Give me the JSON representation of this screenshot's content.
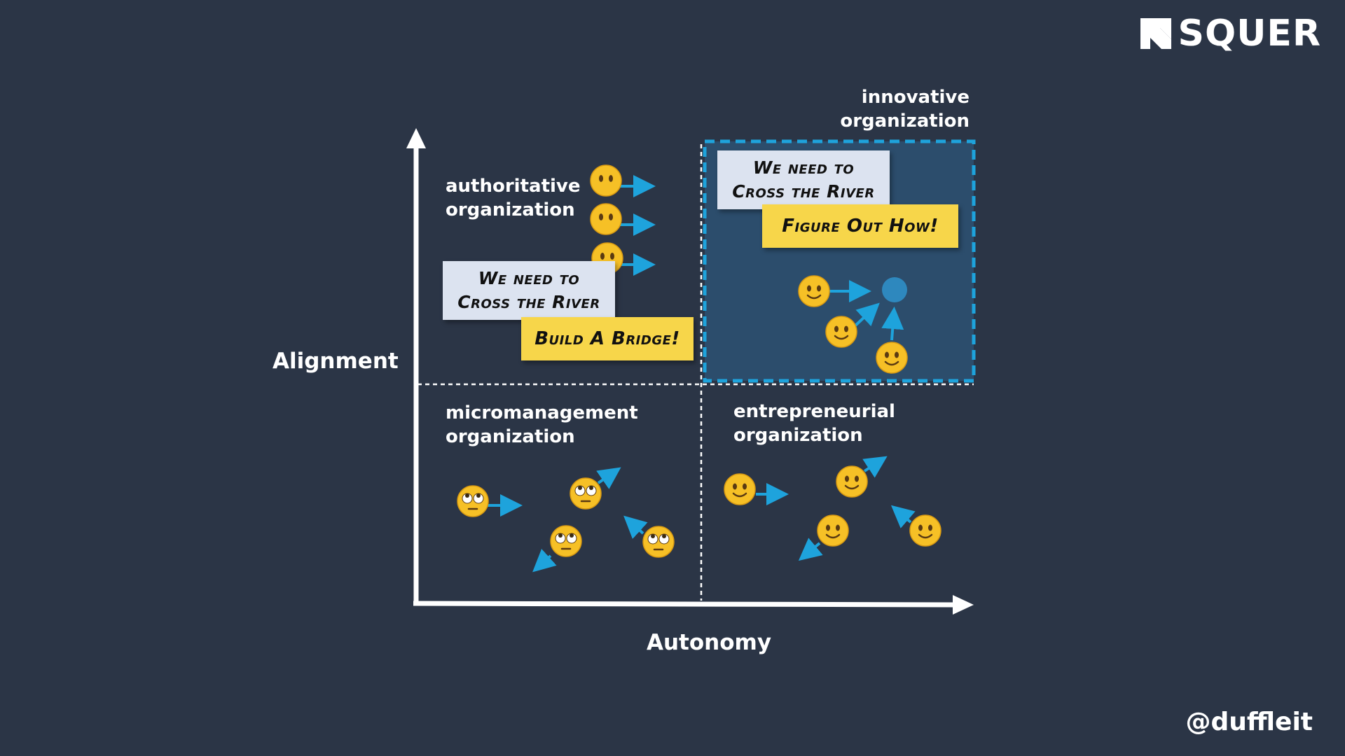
{
  "brand": {
    "name": "SQUER"
  },
  "handle": "@duffleit",
  "axes": {
    "y_label": "Alignment",
    "x_label": "Autonomy"
  },
  "quadrants": {
    "top_left": {
      "line1": "authoritative",
      "line2": "organization"
    },
    "top_right": {
      "line1": "innovative",
      "line2": "organization"
    },
    "bottom_left": {
      "line1": "micromanagement",
      "line2": "organization"
    },
    "bottom_right": {
      "line1": "entrepreneurial",
      "line2": "organization"
    }
  },
  "notes": {
    "left_goal": {
      "line1": "We need to",
      "line2": "Cross the River"
    },
    "left_instruction": "Build A Bridge!",
    "right_goal": {
      "line1": "We need to",
      "line2": "Cross the River"
    },
    "right_instruction": "Figure Out How!"
  },
  "colors": {
    "background": "#2b3546",
    "accent": "#1ea3dc",
    "highlight_fill": "#2c4d6c",
    "note_white": "#dce3f0",
    "note_yellow": "#f7d64a",
    "emoji": "#f6c026"
  },
  "icons": {
    "neutral_face": "no-mouth-face-icon",
    "eye_roll_face": "eye-roll-face-icon",
    "smile_face": "slight-smile-face-icon",
    "arrow": "direction-arrow-icon",
    "goal": "goal-dot-icon"
  }
}
